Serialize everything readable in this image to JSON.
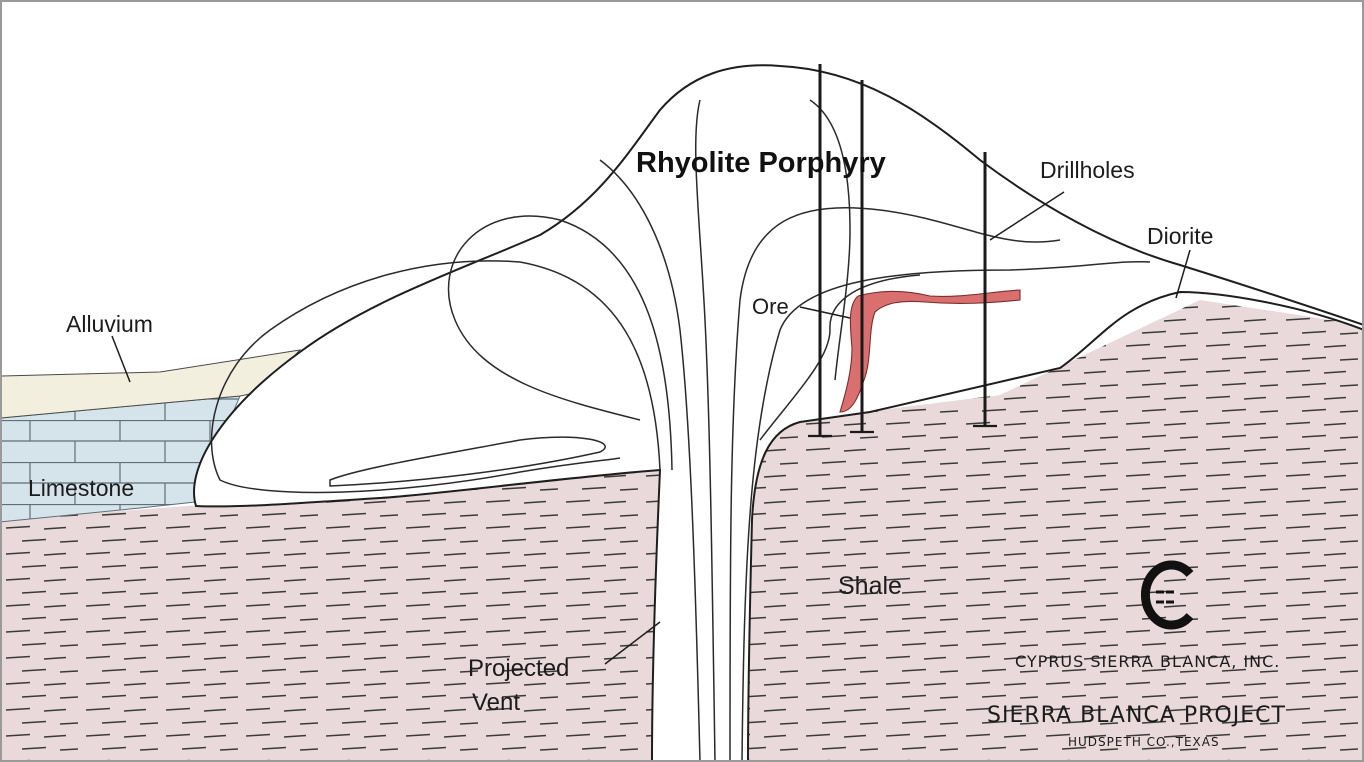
{
  "diagram": {
    "title": "Rhyolite Porphyry",
    "labels": {
      "alluvium": "Alluvium",
      "limestone": "Limestone",
      "shale": "Shale",
      "ore": "Ore",
      "drillholes": "Drillholes",
      "diorite": "Diorite",
      "projected_vent_line1": "Projected",
      "projected_vent_line2": "Vent"
    }
  },
  "logo": {
    "company": "CYPRUS SIERRA BLANCA, INC.",
    "project": "SIERRA BLANCA PROJECT",
    "location": "HUDSPETH CO.,TEXAS"
  },
  "colors": {
    "shale": "#e9d9da",
    "limestone": "#d5e3ea",
    "alluvium": "#f3efdf",
    "ore": "#d9706f",
    "porphyry": "#ffffff",
    "lines": "#1e1e1e",
    "frame": "#9a9a9a"
  }
}
